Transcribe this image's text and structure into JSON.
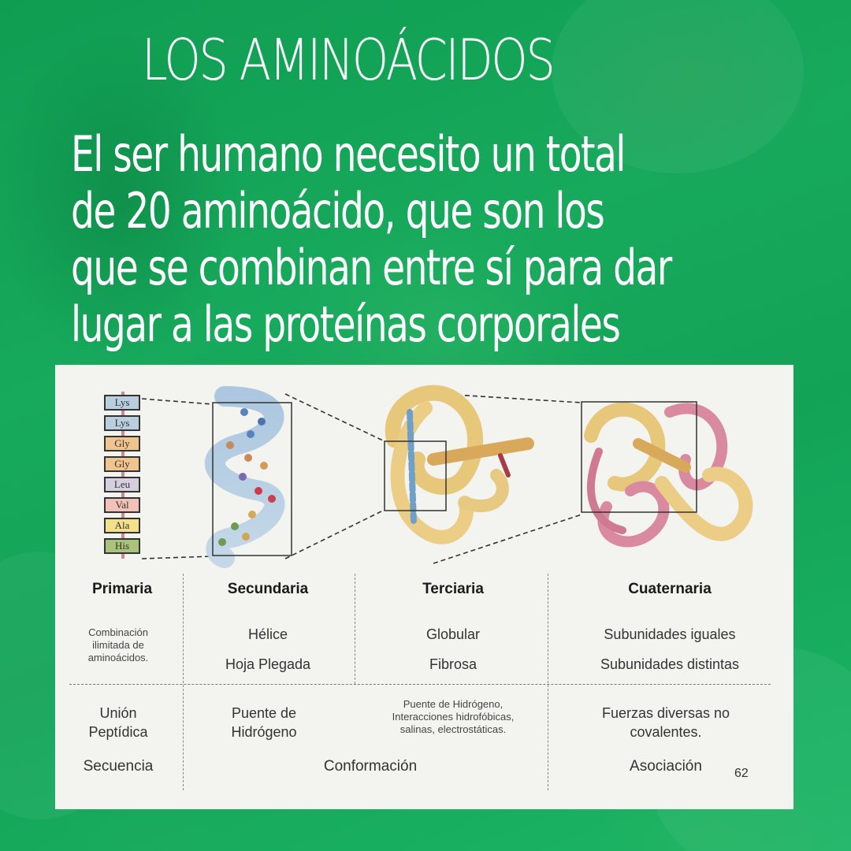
{
  "header": {
    "title": "LOS AMINOÁCIDOS",
    "subtitle_lines": [
      "El ser humano necesito un total",
      "de 20 aminoácido, que son los",
      "que se combinan entre sí para dar",
      "lugar a las proteínas corporales"
    ]
  },
  "colors": {
    "background": "#13a357",
    "text": "#ffffff",
    "card": "#f3f3f0"
  },
  "diagram": {
    "amino_acid_chain": [
      {
        "label": "Lys",
        "color": "#b9cfe0"
      },
      {
        "label": "Lys",
        "color": "#b9cfe0"
      },
      {
        "label": "Gly",
        "color": "#f0c48e"
      },
      {
        "label": "Gly",
        "color": "#f0c48e"
      },
      {
        "label": "Leu",
        "color": "#d6d0de"
      },
      {
        "label": "Val",
        "color": "#f2c2b8"
      },
      {
        "label": "Ala",
        "color": "#f2e08a"
      },
      {
        "label": "His",
        "color": "#a9c37a"
      }
    ],
    "columns": [
      {
        "heading": "Primaria",
        "types": [
          "Combinación ilimitada de aminoácidos."
        ],
        "bonds": "Unión Peptídica",
        "level": "Secuencia"
      },
      {
        "heading": "Secundaria",
        "types": [
          "Hélice",
          "Hoja Plegada"
        ],
        "bonds": "Puente de Hidrógeno",
        "level": ""
      },
      {
        "heading": "Terciaria",
        "types": [
          "Globular",
          "Fibrosa"
        ],
        "bonds": "Puente de Hidrógeno, Interacciones hidrofóbicas, salinas, electrostáticas.",
        "level": ""
      },
      {
        "heading": "Cuaternaria",
        "types": [
          "Subunidades iguales",
          "Subunidades distintas"
        ],
        "bonds": "Fuerzas diversas no covalentes.",
        "level": "Asociación"
      }
    ],
    "shared_level_label": "Conformación",
    "text_blocks": {
      "primaria_desc_lines": [
        "Combinación",
        "ilimitada de",
        "aminoácidos."
      ],
      "primaria_bond_lines": [
        "Unión",
        "Peptídica"
      ],
      "secundaria_bond_lines": [
        "Puente de",
        "Hidrógeno"
      ],
      "terciaria_bond_lines": [
        "Puente de Hidrógeno,",
        "Interacciones hidrofóbicas,",
        "salinas, electrostáticas."
      ],
      "cuaternaria_bond_lines": [
        "Fuerzas diversas no",
        "covalentes."
      ]
    },
    "page_number": "62"
  }
}
